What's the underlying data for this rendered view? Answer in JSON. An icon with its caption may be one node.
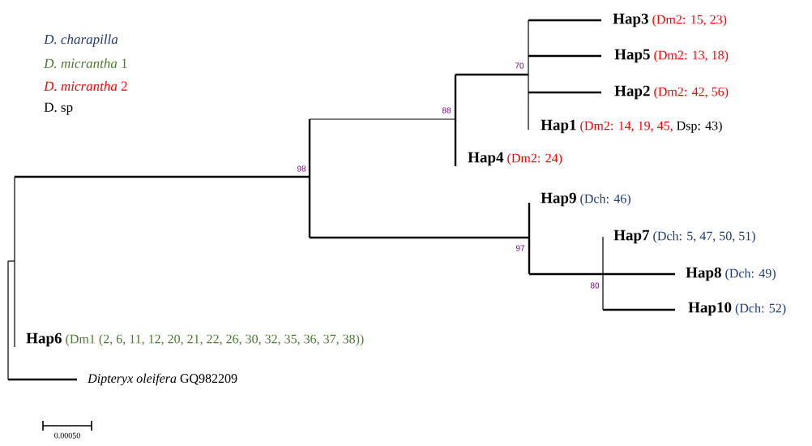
{
  "diagram": {
    "nodes": [
      {
        "text": [
          "Hap3",
          "(Dm2: 15, 23)"
        ]
      },
      {
        "text": [
          "Hap5",
          "(Dm2: 13, 18)"
        ]
      },
      {
        "text": [
          "Hap2",
          "(Dm2: 42, 56)"
        ]
      },
      {
        "text": [
          "Hap1",
          "(Dm2: 14, 19, 45,",
          "Dsp: 43)"
        ]
      },
      {
        "text": [
          "Hap4",
          "(Dm2: 24)"
        ]
      },
      {
        "text": [
          "Hap9",
          "(Dch: 46)"
        ]
      },
      {
        "text": [
          "Hap7",
          "(Dch: 5, 47, 50, 51)"
        ]
      },
      {
        "text": [
          "Hap8",
          "(Dch: 49)"
        ]
      },
      {
        "text": [
          "Hap10",
          "(Dch: 52)"
        ]
      },
      {
        "text": [
          "Hap6",
          "(Dm1 (2, 6, 11, 12, 20, 21, 22, 26, 30, 32, 35, 36, 37, 38))"
        ]
      },
      {
        "text": [
          "*Dipteryx oleifera* GQ982209"
        ]
      }
    ],
    "labels": [
      "*D. charapilla*",
      "*D. micrantha* 1",
      "*D. micrantha* 2",
      "D. sp",
      "98",
      "88",
      "70",
      "97",
      "80",
      "0.00050"
    ]
  }
}
